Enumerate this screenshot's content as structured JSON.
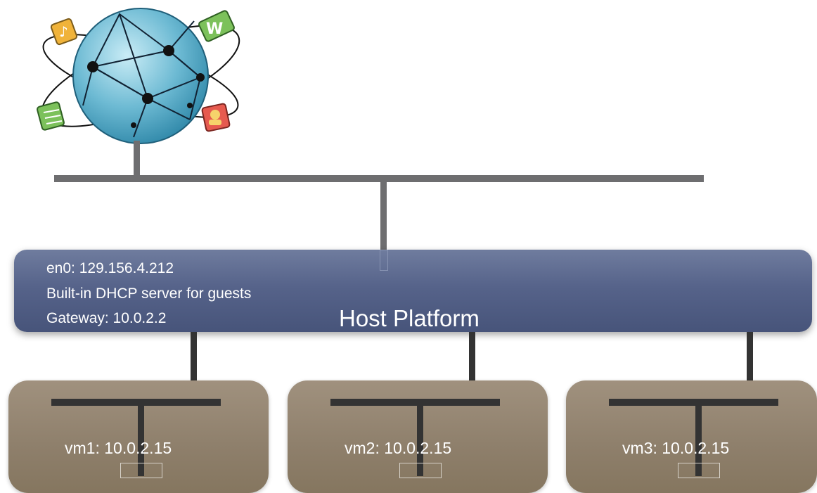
{
  "host": {
    "en0": "en0: 129.156.4.212",
    "dhcp": "Built-in DHCP server for guests",
    "gateway": "Gateway: 10.0.2.2",
    "title": "Host Platform"
  },
  "vms": [
    {
      "label": "vm1: 10.0.2.15"
    },
    {
      "label": "vm2: 10.0.2.15"
    },
    {
      "label": "vm3: 10.0.2.15"
    }
  ],
  "internet": {
    "icon": "globe-internet-icon",
    "app_icons": [
      "music-note-icon",
      "w-document-icon",
      "notepad-icon",
      "person-card-icon"
    ]
  },
  "colors": {
    "host_box": "#56638a",
    "vm_box": "#8e7f6b",
    "network_line": "#6e6e70",
    "vm_line": "#333333"
  }
}
